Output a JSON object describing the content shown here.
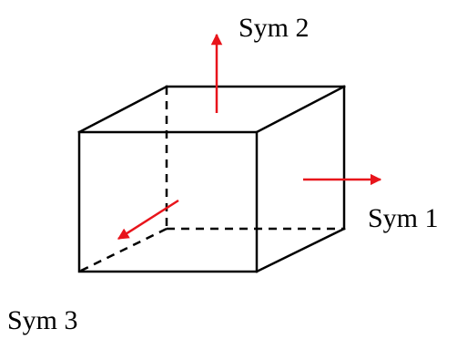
{
  "figure": {
    "arrow_color": "#e8141b",
    "edge_color": "#000000",
    "labels": {
      "sym1": "Sym 1",
      "sym2": "Sym 2",
      "sym3": "Sym 3"
    }
  }
}
